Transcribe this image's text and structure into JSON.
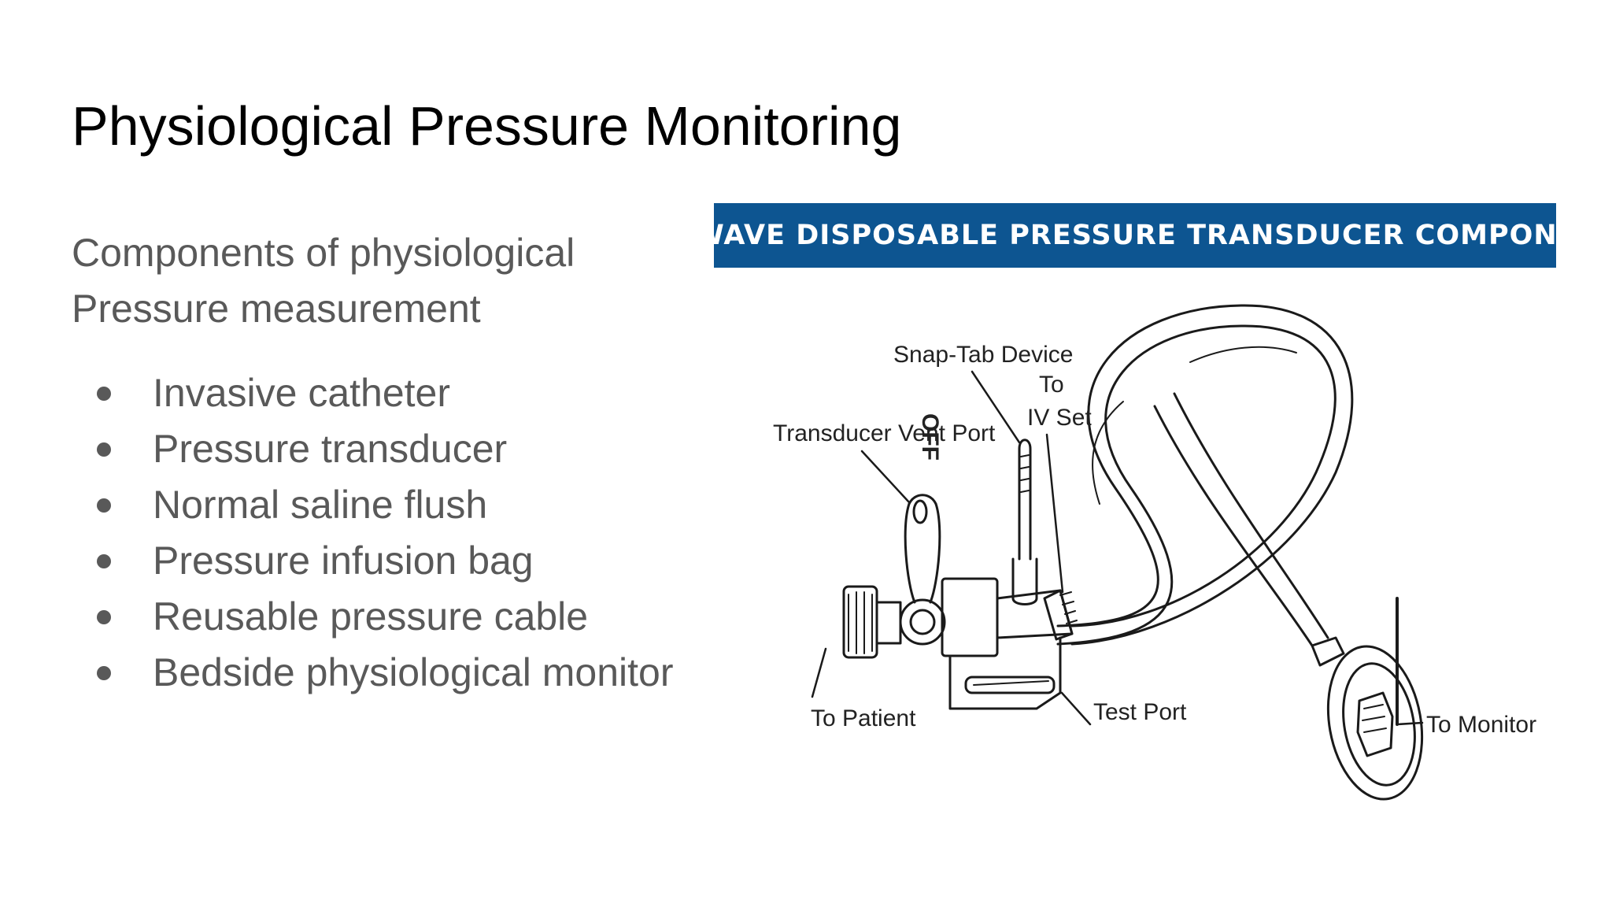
{
  "slide": {
    "title": "Physiological Pressure Monitoring",
    "subtitle": "Components of physiological Pressure measurement",
    "bullets": [
      "Invasive catheter",
      "Pressure transducer",
      "Normal saline flush",
      "Pressure infusion bag",
      "Reusable pressure cable",
      "Bedside physiological monitor"
    ]
  },
  "figure": {
    "banner": "TRUWAVE DISPOSABLE PRESSURE TRANSDUCER COMPONENTS",
    "labels": {
      "snap_tab": "Snap-Tab Device",
      "to": "To",
      "iv_set": "IV Set",
      "vent_port": "Transducer Vent Port",
      "to_patient": "To Patient",
      "test_port": "Test Port",
      "to_monitor": "To Monitor",
      "off": "OFF"
    },
    "banner_color": "#0d5591"
  }
}
